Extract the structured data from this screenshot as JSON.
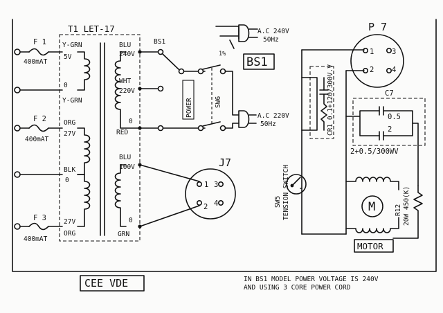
{
  "transformer": {
    "label": "T1  LET-17"
  },
  "fuses": [
    {
      "name": "F 1",
      "rating": "400mAT"
    },
    {
      "name": "F 2",
      "rating": "400mAT"
    },
    {
      "name": "F 3",
      "rating": "400mAT"
    }
  ],
  "primary_taps": {
    "ygrn_top": "Y-GRN",
    "v5": "5V",
    "zero1": "0",
    "ygrn_bot": "Y-GRN",
    "org_top": "ORG",
    "v27a": "27V",
    "blk": "BLK",
    "zero2": "0",
    "v27b": "27V",
    "org_bot": "ORG"
  },
  "secondary_taps": {
    "blu1": "BLU",
    "v240": "240V",
    "wht": "WHT",
    "v220": "220V",
    "zero3": "0",
    "red": "RED",
    "blu2": "BLU",
    "v100": "100V",
    "zero4": "0",
    "grn": "GRN"
  },
  "switches": {
    "bs1_small": "BS1",
    "bs1_box": "BS1",
    "power": "POWER",
    "sw6": "SW6",
    "sw5": "SW5",
    "tension": "TENSION SWITCH"
  },
  "plugs": {
    "ac240_a": "A.C 240V",
    "ac240_b": "50Hz",
    "ac220_a": "A.C 220V",
    "ac220_b": "50Hz",
    "percent": "1%"
  },
  "j7": {
    "label": "J7",
    "pins": [
      "1",
      "3",
      "2",
      "4"
    ]
  },
  "p7": {
    "label": "P 7",
    "pins": [
      "1",
      "3",
      "2",
      "4"
    ]
  },
  "cr1": {
    "label": "CR1  0.1+120/300V.V"
  },
  "c7": {
    "label": "C7",
    "c1": "0.5",
    "c2": "2",
    "rating": "2+0.5/300WV"
  },
  "r12": {
    "label": "R12",
    "value": "20W 450(K)"
  },
  "motor": {
    "symbol": "M",
    "label": "MOTOR"
  },
  "footer": {
    "cee": "CEE  VDE",
    "note1": "IN BS1 MODEL POWER VOLTAGE IS  240V",
    "note2": "AND USING 3 CORE POWER CORD"
  }
}
